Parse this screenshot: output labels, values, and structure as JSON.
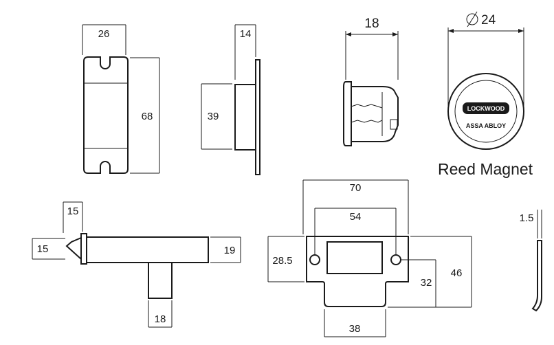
{
  "dimensions": {
    "strike_width": "26",
    "strike_height": "68",
    "strike_side_width": "14",
    "strike_side_height": "39",
    "magnet_depth": "18",
    "magnet_diameter": "24",
    "bolt_head_height": "15",
    "bolt_head_width": "15",
    "bolt_body": "19",
    "bolt_stem": "18",
    "faceplate_width": "70",
    "faceplate_hole_spacing": "54",
    "faceplate_height": "28.5",
    "faceplate_lower_height": "32",
    "faceplate_total_height": "46",
    "faceplate_tongue_width": "38",
    "faceplate_thickness": "1.5"
  },
  "magnet": {
    "caption": "Reed Magnet",
    "logo_top": "LOCKWOOD",
    "logo_bottom": "ASSA ABLOY"
  }
}
